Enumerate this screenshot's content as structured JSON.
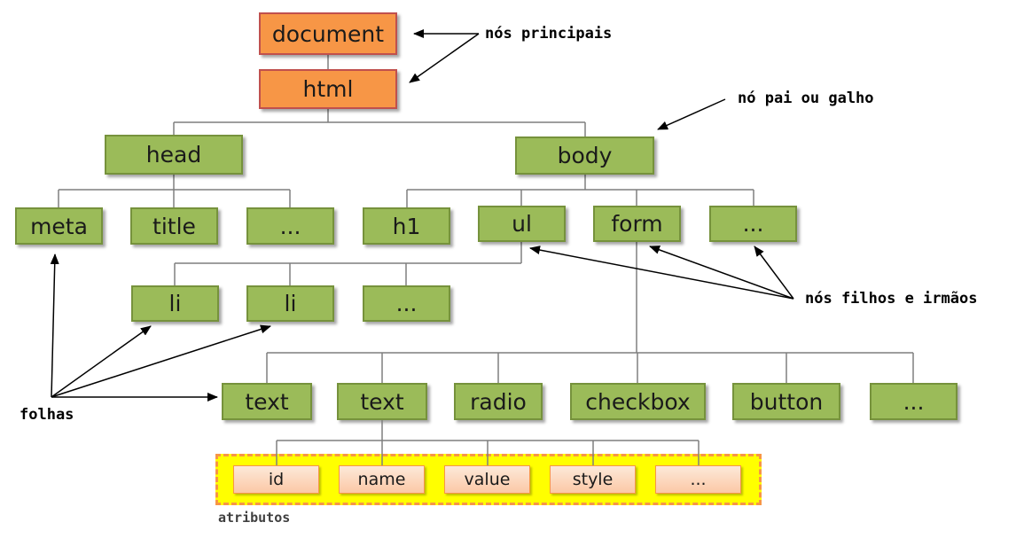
{
  "nodes": {
    "document": "document",
    "html": "html",
    "head": "head",
    "body": "body",
    "meta": "meta",
    "title": "title",
    "head_more": "...",
    "h1": "h1",
    "ul": "ul",
    "form": "form",
    "body_more": "...",
    "li_1": "li",
    "li_2": "li",
    "ul_more": "...",
    "text_1": "text",
    "text_2": "text",
    "radio": "radio",
    "checkbox": "checkbox",
    "button": "button",
    "form_more": "..."
  },
  "attributes": {
    "id": "id",
    "name": "name",
    "value": "value",
    "style": "style",
    "more": "..."
  },
  "annotations": {
    "main_nodes": "nós principais",
    "parent_node": "nó pai ou galho",
    "child_sibling_nodes": "nós filhos e irmãos",
    "leaves": "folhas",
    "attributes": "atributos"
  },
  "colors": {
    "root_fill": "#f79646",
    "node_fill": "#9bbb59",
    "attribute_fill": "#fbc8a6",
    "attribute_zone": "#ffff00"
  }
}
